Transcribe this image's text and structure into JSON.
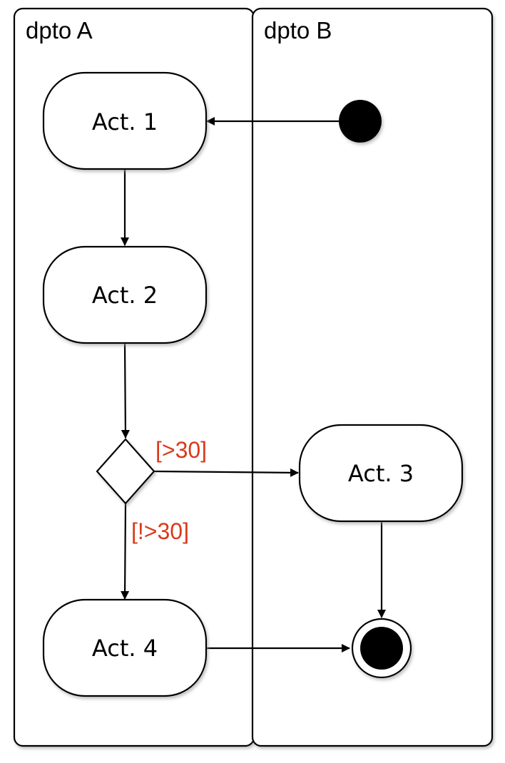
{
  "lanes": [
    {
      "id": "lane-a",
      "title": "dpto A"
    },
    {
      "id": "lane-b",
      "title": "dpto B"
    }
  ],
  "activities": [
    {
      "id": "act1",
      "label": "Act. 1"
    },
    {
      "id": "act2",
      "label": "Act. 2"
    },
    {
      "id": "act3",
      "label": "Act. 3"
    },
    {
      "id": "act4",
      "label": "Act. 4"
    }
  ],
  "guards": {
    "greater": "[>30]",
    "not_greater": "[!>30]"
  },
  "colors": {
    "stroke": "#000000",
    "fill": "#ffffff",
    "guard": "#d93a1c",
    "shadow": "#b8b8b8"
  }
}
